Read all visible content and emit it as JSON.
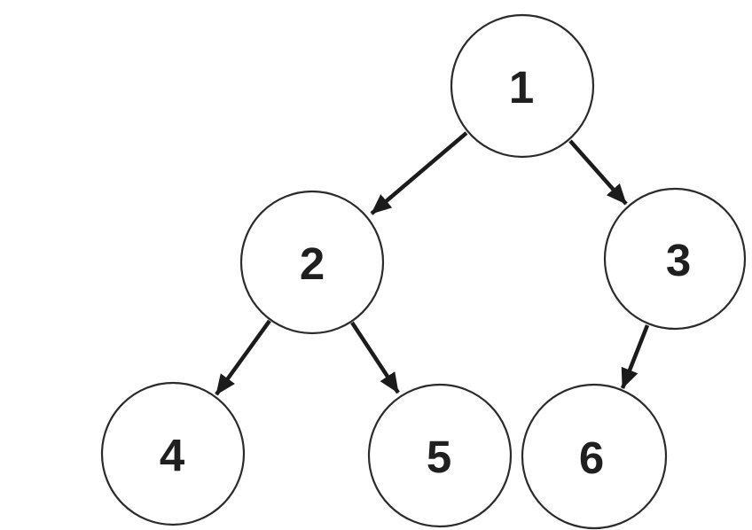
{
  "diagram": {
    "type": "binary-tree",
    "background": "#ffffff",
    "node_fill": "#ffffff",
    "node_stroke": "#2b2b2b",
    "edge_color": "#1b1b1b",
    "label_color": "#1f1f1f",
    "nodes": [
      {
        "id": "1",
        "label": "1"
      },
      {
        "id": "2",
        "label": "2"
      },
      {
        "id": "3",
        "label": "3"
      },
      {
        "id": "4",
        "label": "4"
      },
      {
        "id": "5",
        "label": "5"
      },
      {
        "id": "6",
        "label": "6"
      }
    ],
    "edges": [
      {
        "from": "1",
        "to": "2"
      },
      {
        "from": "1",
        "to": "3"
      },
      {
        "from": "2",
        "to": "4"
      },
      {
        "from": "2",
        "to": "5"
      },
      {
        "from": "3",
        "to": "6"
      }
    ]
  }
}
